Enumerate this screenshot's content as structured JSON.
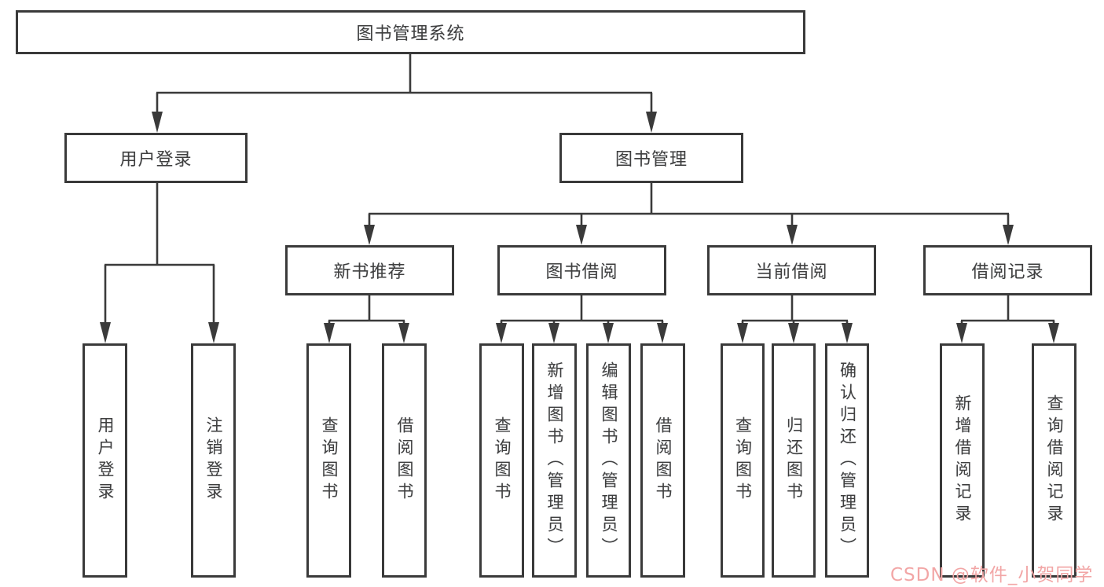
{
  "tree": {
    "root": {
      "label": "图书管理系统",
      "children": [
        {
          "label": "用户登录",
          "children": [
            {
              "label": "用户登录"
            },
            {
              "label": "注销登录"
            }
          ]
        },
        {
          "label": "图书管理",
          "children": [
            {
              "label": "新书推荐",
              "children": [
                {
                  "label": "查询图书"
                },
                {
                  "label": "借阅图书"
                }
              ]
            },
            {
              "label": "图书借阅",
              "children": [
                {
                  "label": "查询图书"
                },
                {
                  "label": "新增图书（管理员）"
                },
                {
                  "label": "编辑图书（管理员）"
                },
                {
                  "label": "借阅图书"
                }
              ]
            },
            {
              "label": "当前借阅",
              "children": [
                {
                  "label": "查询图书"
                },
                {
                  "label": "归还图书"
                },
                {
                  "label": "确认归还（管理员）"
                }
              ]
            },
            {
              "label": "借阅记录",
              "children": [
                {
                  "label": "新增借阅记录"
                },
                {
                  "label": "查询借阅记录"
                }
              ]
            }
          ]
        }
      ]
    }
  },
  "watermark": {
    "text": "CSDN @软件_小贺同学",
    "color": "#f2a6a6"
  },
  "colors": {
    "line": "#3a3a3a",
    "text": "#3f3f3f",
    "background": "#ffffff"
  }
}
